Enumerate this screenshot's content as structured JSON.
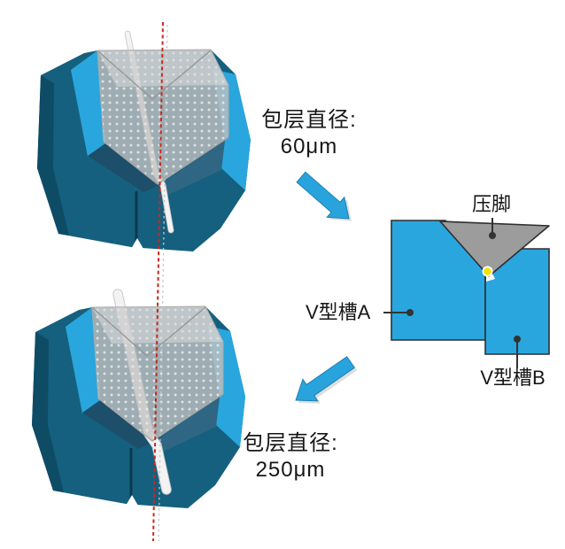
{
  "figure": {
    "annotation_top": {
      "line1": "包层直径:",
      "line2": "60μm"
    },
    "annotation_bottom": {
      "line1": "包层直径:",
      "line2": "250μm"
    },
    "schematic": {
      "presser": "压脚",
      "groove_a": "V型槽A",
      "groove_b": "V型槽B"
    }
  },
  "colors": {
    "block_teal": "#15607E",
    "block_teal_dark": "#0E4C66",
    "groove_blue": "#29A6DD",
    "arrow_blue": "#29A3DC",
    "presser_gray": "#C0C0C0",
    "triangle_gray": "#9C9C9C",
    "outline_dark": "#2F2F2F",
    "fiber_yellow": "#EFE400",
    "axis_red": "#C62A1E",
    "text_color": "#161616"
  }
}
